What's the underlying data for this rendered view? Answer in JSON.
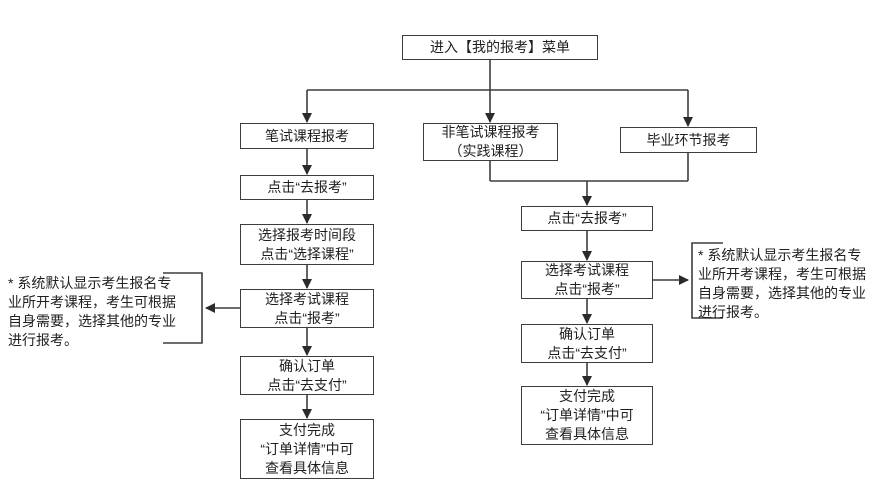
{
  "diagram": {
    "start": "进入【我的报考】菜单",
    "branches": {
      "written": "笔试课程报考",
      "non_written": "非笔试课程报考\n（实践课程）",
      "graduation": "毕业环节报考"
    },
    "left_steps": {
      "step1": "点击“去报考”",
      "step2": "选择报考时间段\n点击“选择课程”",
      "step3": "选择考试课程\n点击“报考”",
      "step4": "确认订单\n点击“去支付”",
      "step5": "支付完成\n“订单详情”中可\n查看具体信息"
    },
    "right_steps": {
      "step1": "点击“去报考”",
      "step2": "选择考试课程\n点击“报考”",
      "step3": "确认订单\n点击“去支付”",
      "step4": "支付完成\n“订单详情”中可\n查看具体信息"
    },
    "notes": {
      "left": "* 系统默认显示考生报名专\n业所开考课程，考生可根据\n自身需要，选择其他的专业\n进行报考。",
      "right": "* 系统默认显示考生报名专\n业所开考课程，考生可根据\n自身需要，选择其他的专业\n进行报考。"
    },
    "colors": {
      "line": "#3d3d3d",
      "box_border": "#3d3d3d",
      "arrowhead": "#2b2b2b",
      "text": "#1f1f1f",
      "background": "#ffffff"
    }
  }
}
